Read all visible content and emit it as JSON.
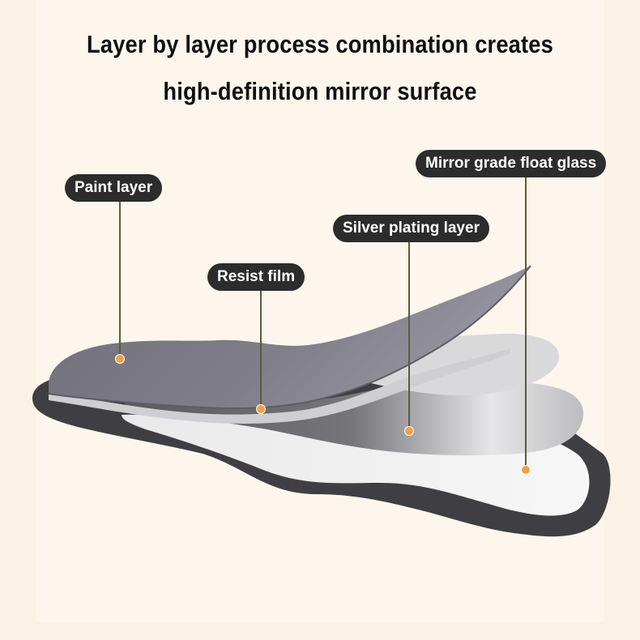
{
  "title": {
    "line1": "Layer by layer process combination creates",
    "line2": "high-definition mirror surface"
  },
  "labels": {
    "paint": "Paint layer",
    "resist": "Resist film",
    "silver": "Silver plating layer",
    "glass": "Mirror grade float glass"
  },
  "colors": {
    "background": "#fdf6ec",
    "label_bg": "#2c2c2c",
    "marker": "#f0a048",
    "leader": "#5b5a3e"
  }
}
